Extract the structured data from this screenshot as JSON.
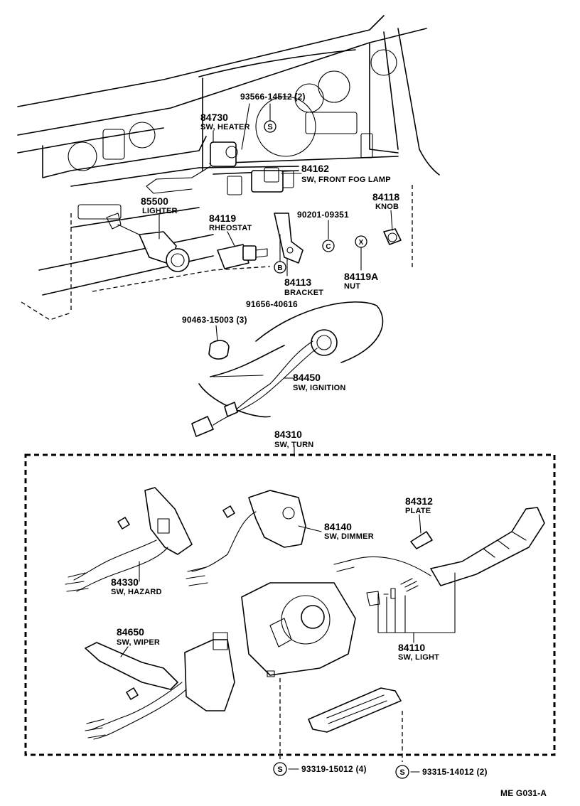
{
  "labels": {
    "screw_93566": "93566-14512 (2)",
    "heater_pn": "84730",
    "heater_nm": "SW, HEATER",
    "fog_pn": "84162",
    "fog_nm": "SW, FRONT FOG LAMP",
    "knob_pn": "84118",
    "knob_nm": "KNOB",
    "lighter_pn": "85500",
    "lighter_nm": "LIGHTER",
    "rheostat_pn": "84119",
    "rheostat_nm": "RHEOSTAT",
    "clip_90201": "90201-09351",
    "bracket_pn": "84113",
    "bracket_nm": "BRACKET",
    "nut_pn": "84119A",
    "nut_nm": "NUT",
    "bolt_91656": "91656-40616",
    "clamp_90463": "90463-15003 (3)",
    "ignition_pn": "84450",
    "ignition_nm": "SW, IGNITION",
    "turn_pn": "84310",
    "turn_nm": "SW, TURN",
    "plate_pn": "84312",
    "plate_nm": "PLATE",
    "dimmer_pn": "84140",
    "dimmer_nm": "SW, DIMMER",
    "hazard_pn": "84330",
    "hazard_nm": "SW, HAZARD",
    "wiper_pn": "84650",
    "wiper_nm": "SW, WIPER",
    "light_pn": "84110",
    "light_nm": "SW, LIGHT",
    "screw_93319": "93319-15012 (4)",
    "screw_93315": "93315-14012 (2)",
    "code": "ME  G031-A"
  },
  "symbols": {
    "s": "S",
    "c": "C",
    "x": "X",
    "b": "B"
  }
}
